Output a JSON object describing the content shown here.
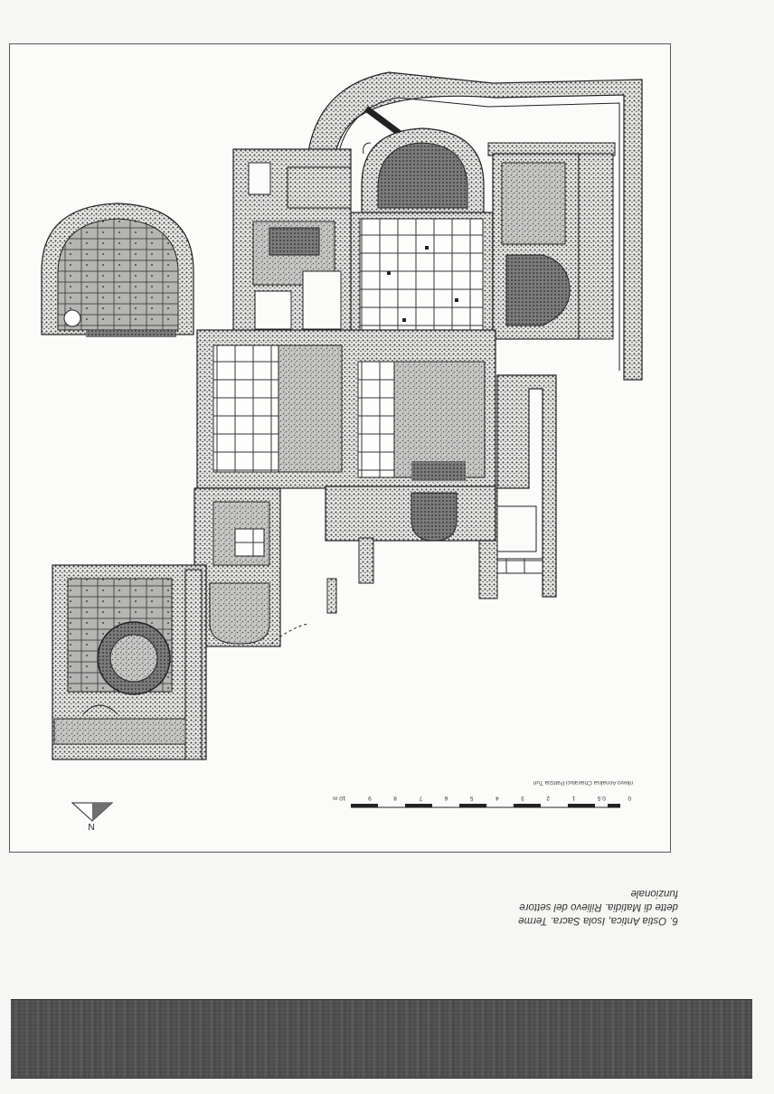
{
  "figure": {
    "caption_lines": [
      "6.  Ostia Antica, Isola Sacra. Terme",
      "dette di Matidia. Rilievo del settore",
      "funzionale"
    ],
    "survey_credit": "rilievo Annalisa Chiaraluci Patrizia Turi",
    "scale_labels": [
      "0",
      "0.5",
      "1",
      "2",
      "3",
      "4",
      "5",
      "6",
      "7",
      "8",
      "9",
      "10 m"
    ],
    "north_label": "N"
  },
  "colors": {
    "ink": "#2a2a2a",
    "hatch": "#8a8a8a",
    "paper": "#fbfbfa",
    "scan_bar": "#505050"
  }
}
